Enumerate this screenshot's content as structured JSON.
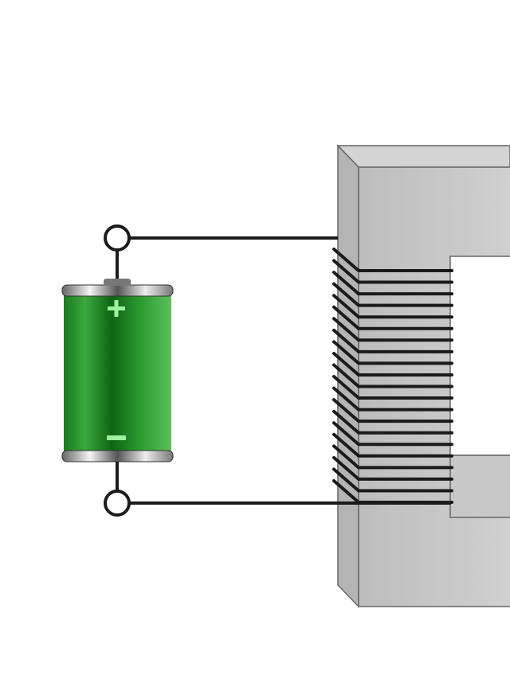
{
  "diagram": {
    "components": [
      {
        "id": "battery",
        "type": "battery",
        "terminals": [
          "+",
          "-"
        ]
      },
      {
        "id": "coil",
        "type": "coil",
        "turns": 21
      },
      {
        "id": "core",
        "type": "iron-core"
      }
    ],
    "colors": {
      "battery_green": "#1f8a24",
      "battery_dark": "#0d5e12",
      "symbol": "#9ff09a",
      "core_front": "#c4c4c4",
      "core_top": "#d6d6d6",
      "core_side": "#b0b0b0",
      "wire": "#1a1a1a"
    }
  }
}
